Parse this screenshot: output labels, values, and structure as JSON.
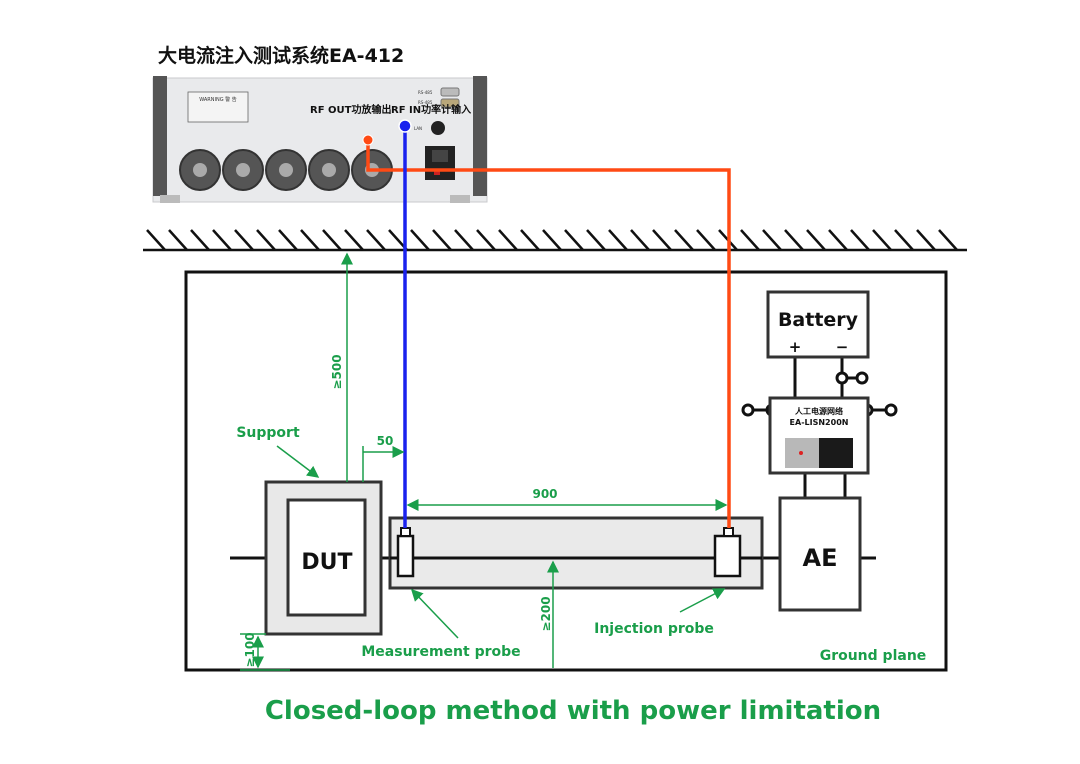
{
  "title": "大电流注入测试系统EA-412",
  "device": {
    "rf_out_label": "RF OUT功放输出",
    "rf_in_label": "RF IN功率计输入",
    "warning_label": "WARNING 警 告",
    "port1_label": "RS-485",
    "port2_label": "RS-485",
    "lan_label": "LAN"
  },
  "battery": {
    "label": "Battery",
    "plus": "+",
    "minus": "−"
  },
  "lisn": {
    "name": "人工电源网络",
    "model": "EA-LISN200N"
  },
  "dut_label": "DUT",
  "ae_label": "AE",
  "labels": {
    "support": "Support",
    "measurement_probe": "Measurement probe",
    "injection_probe": "Injection probe",
    "ground_plane": "Ground plane"
  },
  "dimensions": {
    "d500": "≥500",
    "d50": "50",
    "d900": "900",
    "d200": "≥200",
    "d100": "≥100"
  },
  "caption": "Closed-loop method with power limitation",
  "colors": {
    "green": "#1a9e4a",
    "orange": "#ff4a14",
    "blue": "#1a22ee",
    "line": "#111111"
  }
}
